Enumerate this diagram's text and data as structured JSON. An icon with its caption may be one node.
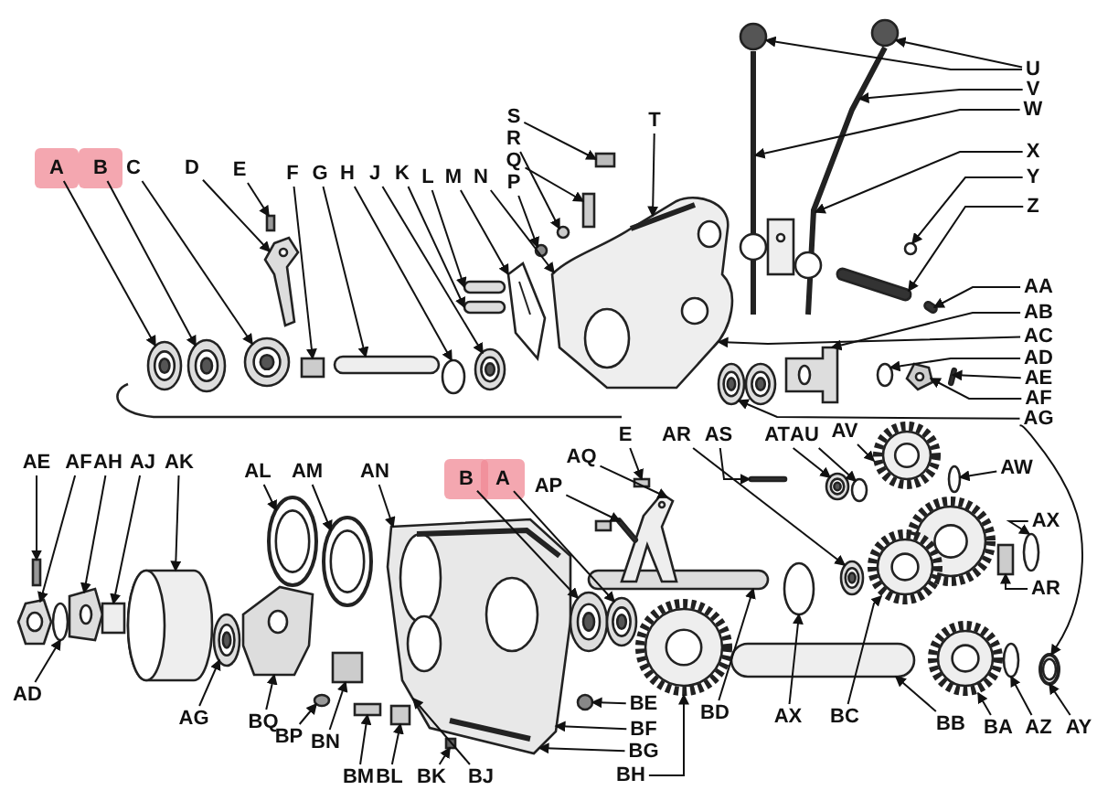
{
  "diagram": {
    "nodes": [
      {
        "text": [
          "A"
        ]
      },
      {
        "text": [
          "B"
        ]
      },
      {
        "text": [
          "C"
        ]
      },
      {
        "text": [
          "D"
        ]
      },
      {
        "text": [
          "E"
        ]
      },
      {
        "text": [
          "F"
        ]
      },
      {
        "text": [
          "G"
        ]
      },
      {
        "text": [
          "H"
        ]
      },
      {
        "text": [
          "J"
        ]
      },
      {
        "text": [
          "K"
        ]
      },
      {
        "text": [
          "L"
        ]
      },
      {
        "text": [
          "M"
        ]
      },
      {
        "text": [
          "N"
        ]
      },
      {
        "text": [
          "S"
        ]
      },
      {
        "text": [
          "R"
        ]
      },
      {
        "text": [
          "Q"
        ]
      },
      {
        "text": [
          "P"
        ]
      },
      {
        "text": [
          "T"
        ]
      },
      {
        "text": [
          "U"
        ]
      },
      {
        "text": [
          "V"
        ]
      },
      {
        "text": [
          "W"
        ]
      },
      {
        "text": [
          "X"
        ]
      },
      {
        "text": [
          "Y"
        ]
      },
      {
        "text": [
          "Z"
        ]
      },
      {
        "text": [
          "AA"
        ]
      },
      {
        "text": [
          "AB"
        ]
      },
      {
        "text": [
          "AC"
        ]
      },
      {
        "text": [
          "AD"
        ]
      },
      {
        "text": [
          "AE"
        ]
      },
      {
        "text": [
          "AF"
        ]
      },
      {
        "text": [
          "AG"
        ]
      },
      {
        "text": [
          "AE"
        ]
      },
      {
        "text": [
          "AF"
        ]
      },
      {
        "text": [
          "AH"
        ]
      },
      {
        "text": [
          "AJ"
        ]
      },
      {
        "text": [
          "AK"
        ]
      },
      {
        "text": [
          "AL"
        ]
      },
      {
        "text": [
          "AM"
        ]
      },
      {
        "text": [
          "AN"
        ]
      },
      {
        "text": [
          "B"
        ]
      },
      {
        "text": [
          "A"
        ]
      },
      {
        "text": [
          "E"
        ]
      },
      {
        "text": [
          "AR"
        ]
      },
      {
        "text": [
          "AS"
        ]
      },
      {
        "text": [
          "AT"
        ]
      },
      {
        "text": [
          "AU"
        ]
      },
      {
        "text": [
          "AV"
        ]
      },
      {
        "text": [
          "AQ"
        ]
      },
      {
        "text": [
          "AP"
        ]
      },
      {
        "text": [
          "AW"
        ]
      },
      {
        "text": [
          "AX"
        ]
      },
      {
        "text": [
          "AR"
        ]
      },
      {
        "text": [
          "AD"
        ]
      },
      {
        "text": [
          "AG"
        ]
      },
      {
        "text": [
          "BQ"
        ]
      },
      {
        "text": [
          "BP"
        ]
      },
      {
        "text": [
          "BN"
        ]
      },
      {
        "text": [
          "BE"
        ]
      },
      {
        "text": [
          "BF"
        ]
      },
      {
        "text": [
          "BG"
        ]
      },
      {
        "text": [
          "BH"
        ]
      },
      {
        "text": [
          "BD"
        ]
      },
      {
        "text": [
          "AX"
        ]
      },
      {
        "text": [
          "BC"
        ]
      },
      {
        "text": [
          "BB"
        ]
      },
      {
        "text": [
          "BA"
        ]
      },
      {
        "text": [
          "AZ"
        ]
      },
      {
        "text": [
          "AY"
        ]
      },
      {
        "text": [
          "BM"
        ]
      },
      {
        "text": [
          "BL"
        ]
      },
      {
        "text": [
          "BK"
        ]
      },
      {
        "text": [
          "BJ"
        ]
      },
      {
        "text": [],
        "shape": "picture"
      },
      {
        "text": [],
        "shape": "picture"
      },
      {
        "text": [],
        "shape": "picture"
      },
      {
        "text": [],
        "shape": "picture"
      },
      {
        "text": [],
        "shape": "box"
      },
      {
        "text": [],
        "shape": "box"
      },
      {
        "text": [],
        "shape": "bar"
      },
      {
        "text": [],
        "shape": "circle"
      },
      {
        "text": [],
        "shape": "picture"
      },
      {
        "text": [],
        "shape": "bar"
      },
      {
        "text": [],
        "shape": "bar"
      },
      {
        "text": [],
        "shape": "picture"
      },
      {
        "text": [],
        "shape": "picture"
      },
      {
        "text": [],
        "shape": "box"
      },
      {
        "text": [],
        "shape": "box"
      },
      {
        "text": [],
        "shape": "circle"
      },
      {
        "text": [],
        "shape": "circle"
      },
      {
        "text": [],
        "shape": "picture"
      },
      {
        "text": [],
        "shape": "picture"
      },
      {
        "text": [],
        "shape": "circle"
      },
      {
        "text": [],
        "shape": "bar"
      },
      {
        "text": [],
        "shape": "bar"
      },
      {
        "text": [],
        "shape": "picture"
      },
      {
        "text": [],
        "shape": "picture"
      },
      {
        "text": [],
        "shape": "circle"
      },
      {
        "text": [],
        "shape": "picture"
      },
      {
        "text": [],
        "shape": "bar"
      },
      {
        "text": [],
        "shape": "box"
      },
      {
        "text": [],
        "shape": "picture"
      },
      {
        "text": [],
        "shape": "circle"
      },
      {
        "text": [],
        "shape": "picture"
      },
      {
        "text": [],
        "shape": "box"
      },
      {
        "text": [],
        "shape": "picture"
      },
      {
        "text": [],
        "shape": "picture"
      },
      {
        "text": [],
        "shape": "picture"
      },
      {
        "text": [],
        "shape": "ring"
      },
      {
        "text": [],
        "shape": "ring"
      },
      {
        "text": [],
        "shape": "box"
      },
      {
        "text": [],
        "shape": "circle"
      },
      {
        "text": [],
        "shape": "box"
      },
      {
        "text": [],
        "shape": "box"
      },
      {
        "text": [],
        "shape": "box"
      },
      {
        "text": [],
        "shape": "picture"
      },
      {
        "text": [],
        "shape": "circle"
      },
      {
        "text": [],
        "shape": "picture"
      },
      {
        "text": [],
        "shape": "picture"
      },
      {
        "text": [],
        "shape": "box"
      },
      {
        "text": [],
        "shape": "picture"
      },
      {
        "text": [],
        "shape": "bar"
      },
      {
        "text": [],
        "shape": "bar"
      },
      {
        "text": [],
        "shape": "picture"
      },
      {
        "text": [],
        "shape": "bar"
      },
      {
        "text": [],
        "shape": "picture"
      },
      {
        "text": [],
        "shape": "circle"
      },
      {
        "text": [],
        "shape": "picture"
      },
      {
        "text": [],
        "shape": "circle"
      },
      {
        "text": [],
        "shape": "circle"
      },
      {
        "text": [],
        "shape": "picture"
      },
      {
        "text": [],
        "shape": "picture"
      },
      {
        "text": [],
        "shape": "box"
      },
      {
        "text": [],
        "shape": "circle"
      },
      {
        "text": [],
        "shape": "bar"
      },
      {
        "text": [],
        "shape": "picture"
      },
      {
        "text": [],
        "shape": "circle"
      },
      {
        "text": [],
        "shape": "ring"
      }
    ],
    "edges": [
      {
        "from": 0,
        "to": 72,
        "arrow": "to"
      },
      {
        "from": 1,
        "to": 73,
        "arrow": "to"
      },
      {
        "from": 2,
        "to": 74,
        "arrow": "to"
      },
      {
        "from": 3,
        "to": 75,
        "arrow": "to"
      },
      {
        "from": 4,
        "to": 76,
        "arrow": "to"
      },
      {
        "from": 5,
        "to": 77,
        "arrow": "to"
      },
      {
        "from": 6,
        "to": 78,
        "arrow": "to"
      },
      {
        "from": 7,
        "to": 79,
        "arrow": "to"
      },
      {
        "from": 8,
        "to": 80,
        "arrow": "to"
      },
      {
        "from": 9,
        "to": 82,
        "arrow": "to"
      },
      {
        "from": 10,
        "to": 81,
        "arrow": "to"
      },
      {
        "from": 11,
        "to": 83,
        "arrow": "to"
      },
      {
        "from": 12,
        "to": 84,
        "arrow": "to"
      },
      {
        "from": 13,
        "to": 85,
        "arrow": "to"
      },
      {
        "from": 14,
        "to": 87,
        "arrow": "to"
      },
      {
        "from": 15,
        "to": 86,
        "arrow": "to"
      },
      {
        "from": 16,
        "to": 88,
        "arrow": "to"
      },
      {
        "from": 17,
        "to": 84,
        "arrow": "to"
      },
      {
        "from": 18,
        "to": 89,
        "arrow": "to"
      },
      {
        "from": 18,
        "to": 90,
        "arrow": "to"
      },
      {
        "from": 19,
        "to": 90,
        "arrow": "to"
      },
      {
        "from": 20,
        "to": 89,
        "arrow": "to"
      },
      {
        "from": 21,
        "to": 90,
        "arrow": "to"
      },
      {
        "from": 22,
        "to": 91,
        "arrow": "to"
      },
      {
        "from": 23,
        "to": 92,
        "arrow": "to"
      },
      {
        "from": 24,
        "to": 93,
        "arrow": "to"
      },
      {
        "from": 25,
        "to": 95,
        "arrow": "to"
      },
      {
        "from": 26,
        "to": 84,
        "arrow": "to"
      },
      {
        "from": 27,
        "to": 96,
        "arrow": "to"
      },
      {
        "from": 28,
        "to": 98,
        "arrow": "to"
      },
      {
        "from": 29,
        "to": 97,
        "arrow": "to"
      },
      {
        "from": 30,
        "to": 94,
        "arrow": "to"
      },
      {
        "from": 30,
        "to": 136,
        "arrow": "to"
      },
      {
        "from": 31,
        "to": 99,
        "arrow": "to"
      },
      {
        "from": 32,
        "to": 100,
        "arrow": "to"
      },
      {
        "from": 33,
        "to": 102,
        "arrow": "to"
      },
      {
        "from": 34,
        "to": 103,
        "arrow": "to"
      },
      {
        "from": 35,
        "to": 104,
        "arrow": "to"
      },
      {
        "from": 36,
        "to": 107,
        "arrow": "to"
      },
      {
        "from": 37,
        "to": 108,
        "arrow": "to"
      },
      {
        "from": 38,
        "to": 114,
        "arrow": "to"
      },
      {
        "from": 39,
        "to": 116,
        "arrow": "to"
      },
      {
        "from": 40,
        "to": 117,
        "arrow": "to"
      },
      {
        "from": 41,
        "to": 118,
        "arrow": "to"
      },
      {
        "from": 42,
        "to": 129,
        "arrow": "to"
      },
      {
        "from": 43,
        "to": 123,
        "arrow": "to"
      },
      {
        "from": 44,
        "to": 124,
        "arrow": "to"
      },
      {
        "from": 45,
        "to": 125,
        "arrow": "to"
      },
      {
        "from": 46,
        "to": 126,
        "arrow": "to"
      },
      {
        "from": 47,
        "to": 119,
        "arrow": "to"
      },
      {
        "from": 48,
        "to": 120,
        "arrow": "to"
      },
      {
        "from": 49,
        "to": 127,
        "arrow": "to"
      },
      {
        "from": 50,
        "to": 132,
        "arrow": "to"
      },
      {
        "from": 51,
        "to": 131,
        "arrow": "to"
      },
      {
        "from": 52,
        "to": 101,
        "arrow": "to"
      },
      {
        "from": 53,
        "to": 105,
        "arrow": "to"
      },
      {
        "from": 54,
        "to": 106,
        "arrow": "to"
      },
      {
        "from": 55,
        "to": 110,
        "arrow": "to"
      },
      {
        "from": 56,
        "to": 109,
        "arrow": "to"
      },
      {
        "from": 57,
        "to": 115,
        "arrow": "to"
      },
      {
        "from": 58,
        "to": 114,
        "arrow": "to"
      },
      {
        "from": 59,
        "to": 114,
        "arrow": "to"
      },
      {
        "from": 60,
        "to": 122,
        "arrow": "to"
      },
      {
        "from": 61,
        "to": 121,
        "arrow": "to"
      },
      {
        "from": 62,
        "to": 128,
        "arrow": "to"
      },
      {
        "from": 63,
        "to": 130,
        "arrow": "to"
      },
      {
        "from": 64,
        "to": 133,
        "arrow": "to"
      },
      {
        "from": 65,
        "to": 134,
        "arrow": "to"
      },
      {
        "from": 66,
        "to": 135,
        "arrow": "to"
      },
      {
        "from": 67,
        "to": 136,
        "arrow": "to"
      },
      {
        "from": 68,
        "to": 111,
        "arrow": "to"
      },
      {
        "from": 69,
        "to": 112,
        "arrow": "to"
      },
      {
        "from": 70,
        "to": 113,
        "arrow": "to"
      },
      {
        "from": 71,
        "to": 114,
        "arrow": "to"
      }
    ]
  }
}
